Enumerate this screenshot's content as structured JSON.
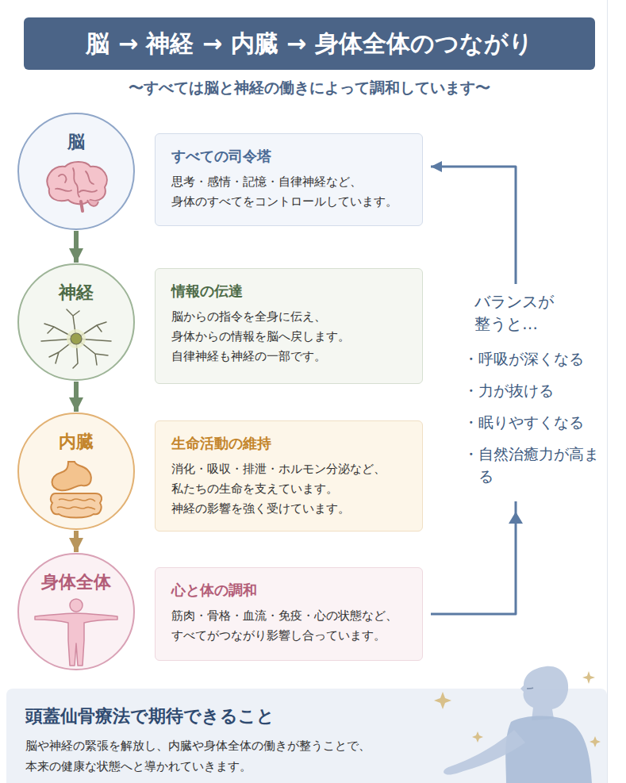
{
  "diagram": {
    "title": "脳 → 神経 → 内臓 → 身体全体のつながり",
    "nodes": [
      {
        "text": [
          "脳"
        ]
      },
      {
        "text": [
          "すべての司令塔",
          "思考・感情・記憶・自律神経など、 身体のすべてをコントロールしています。"
        ]
      },
      {
        "text": [
          "神経"
        ]
      },
      {
        "text": [
          "情報の伝達",
          "脳からの指令を全身に伝え、 身体からの情報を脳へ戻します。 自律神経も神経の一部です。"
        ]
      },
      {
        "text": [
          "内臓"
        ]
      },
      {
        "text": [
          "生命活動の維持",
          "消化・吸収・排泄・ホルモン分泌など、 私たちの生命を支えています。 神経の影響を強く受けています。"
        ]
      },
      {
        "text": [
          "身体全体"
        ]
      },
      {
        "text": [
          "心と体の調和",
          "筋肉・骨格・血流・免疫・心の状態など、 すべてがつながり影響し合っています。"
        ]
      },
      {
        "text": [
          "頭蓋仙骨療法で期待できること",
          "脳や神経の緊張を解放し、内臓や身体全体の働きが整うことで、 本来の健康な状態へと導かれていきます。"
        ]
      }
    ],
    "edges": [
      {
        "from": 0,
        "to": 2,
        "arrow": "to"
      },
      {
        "from": 2,
        "to": 4,
        "arrow": "to"
      },
      {
        "from": 4,
        "to": 6,
        "arrow": "to"
      },
      {
        "from": 7,
        "to": 1,
        "arrow": "to"
      }
    ],
    "labels": [
      "〜すべては脳と神経の働きによって調和しています〜",
      "バランスが 整うと…",
      "・呼吸が深くなる",
      "・力が抜ける",
      "・眠りやすくなる",
      "・自然治癒力が高まる"
    ]
  }
}
